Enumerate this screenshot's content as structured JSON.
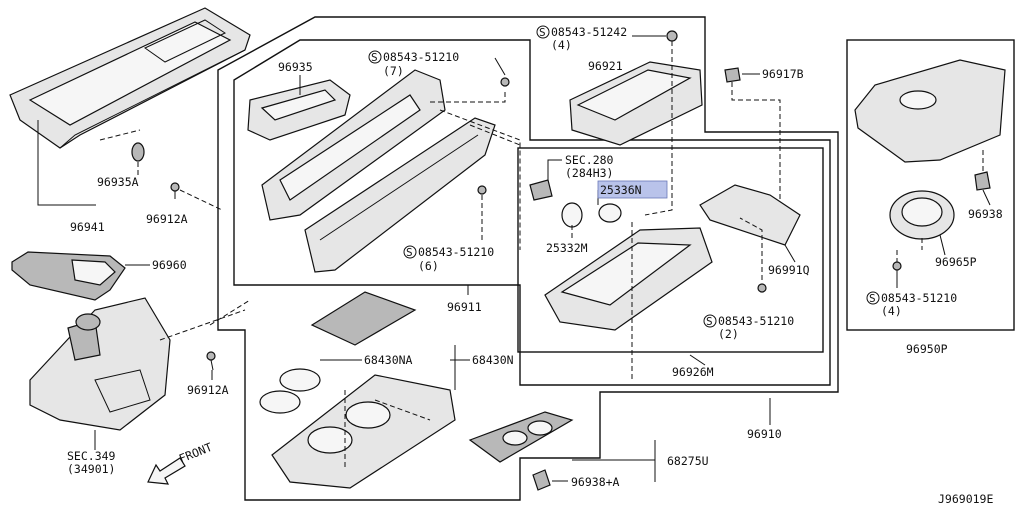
{
  "diagram_code": "J969019E",
  "highlight_color": "#b9c3ea",
  "labels": {
    "p96941": "96941",
    "p96935A": "96935A",
    "p96912A_1": "96912A",
    "p96960": "96960",
    "p96912A_2": "96912A",
    "sec349": "SEC.349",
    "sec349_sub": "(34901)",
    "front": "FRONT",
    "p96935": "96935",
    "screw_7": "08543-51210",
    "screw_7_qty": "(7)",
    "screw_6": "08543-51210",
    "screw_6_qty": "(6)",
    "p96911": "96911",
    "p68430NA": "68430NA",
    "p68430N": "68430N",
    "screw_top": "08543-51242",
    "screw_top_qty": "(4)",
    "p96921": "96921",
    "p96917B": "96917B",
    "sec280": "SEC.280",
    "sec280_sub": "(284H3)",
    "p25336N": "25336N",
    "p25332M": "25332M",
    "p96991Q": "96991Q",
    "screw_2": "08543-51210",
    "screw_2_qty": "(2)",
    "p96926M": "96926M",
    "p96910": "96910",
    "p68275U": "68275U",
    "p96938A": "96938+A",
    "p96938": "96938",
    "p96965P": "96965P",
    "screw_4": "08543-51210",
    "screw_4_qty": "(4)",
    "p96950P": "96950P",
    "s_symbol": "S"
  }
}
